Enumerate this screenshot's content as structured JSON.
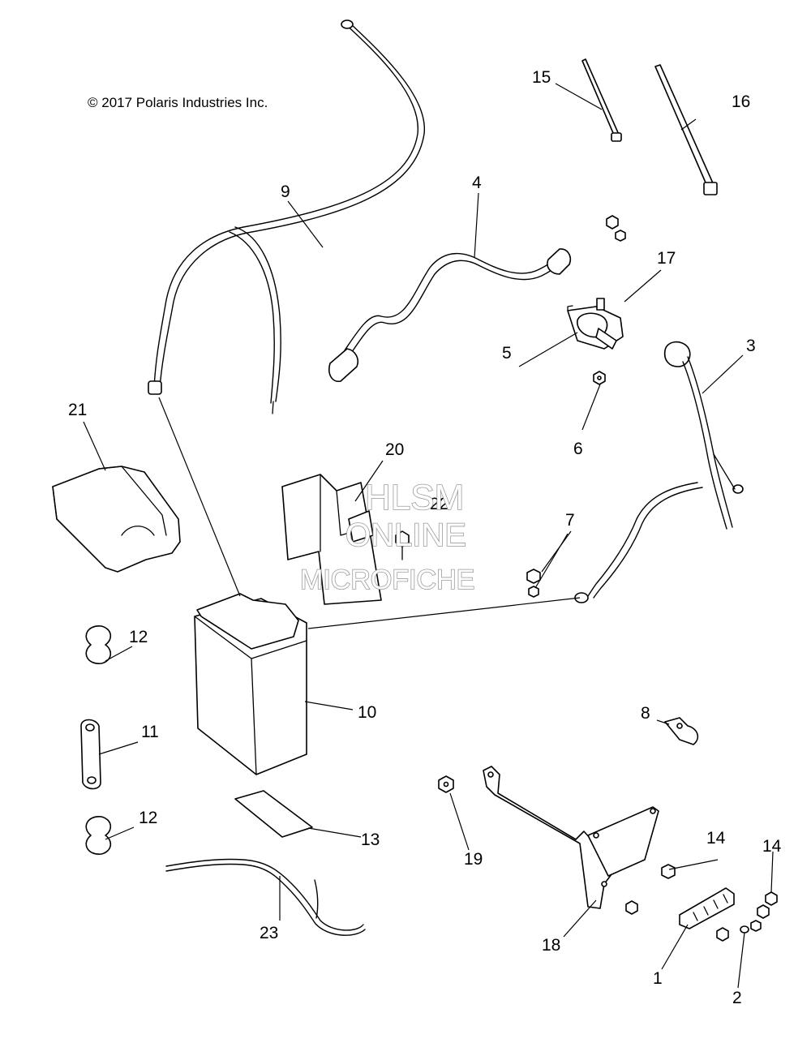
{
  "copyright": "© 2017 Polaris Industries Inc.",
  "watermark": {
    "line1": "HLSM",
    "line2": "ONLINE",
    "line3": "MICROFICHE"
  },
  "callouts": {
    "c1": "1",
    "c2": "2",
    "c3": "3",
    "c4": "4",
    "c5": "5",
    "c6": "6",
    "c7": "7",
    "c8": "8",
    "c9": "9",
    "c10": "10",
    "c11": "11",
    "c12a": "12",
    "c12b": "12",
    "c13": "13",
    "c14a": "14",
    "c14b": "14",
    "c15": "15",
    "c16": "16",
    "c17": "17",
    "c18": "18",
    "c19": "19",
    "c20": "20",
    "c21": "21",
    "c22": "22",
    "c23": "23"
  }
}
